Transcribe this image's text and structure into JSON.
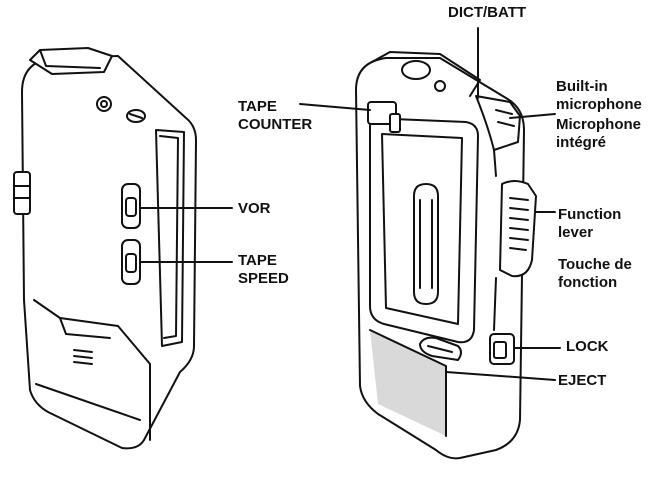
{
  "colors": {
    "ink": "#111111",
    "paper": "#ffffff",
    "shade": "#d9d9d9",
    "dark": "#555555"
  },
  "labels": {
    "dict_batt": "DICT/BATT",
    "tape_counter": [
      "TAPE",
      "COUNTER"
    ],
    "built_in_mic": [
      "Built-in",
      "microphone"
    ],
    "microphone_integre": [
      "Microphone",
      "intégré"
    ],
    "vor": "VOR",
    "function_lever": [
      "Function",
      "lever"
    ],
    "touche_de_fonction": [
      "Touche de",
      "fonction"
    ],
    "tape_speed": [
      "TAPE",
      "SPEED"
    ],
    "lock": "LOCK",
    "eject": "EJECT"
  }
}
